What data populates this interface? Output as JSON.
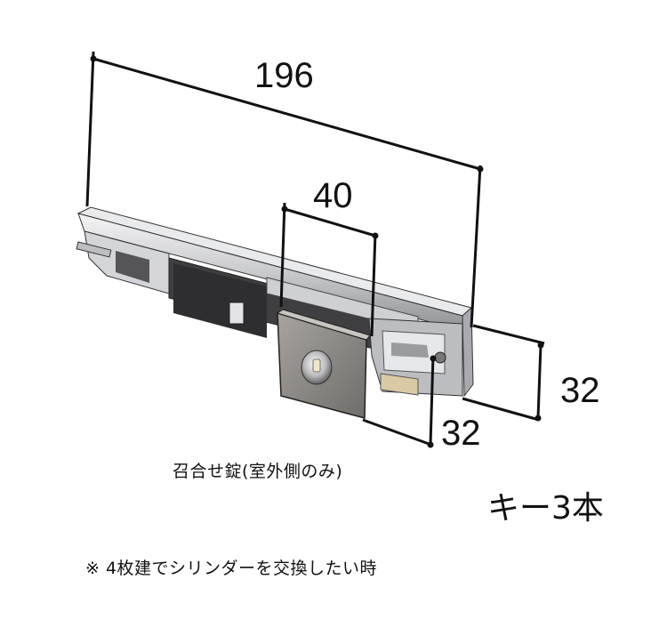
{
  "dimensions": {
    "length": "196",
    "pitch": "40",
    "height": "32",
    "depth": "32"
  },
  "caption": "召合せ錠(室外側のみ)",
  "key_count_label": "キー3本",
  "note": "※ 4枚建でシリンダーを交換したい時",
  "colors": {
    "line": "#111111",
    "metal_light": "#d9dadc",
    "metal_dark": "#4a4a4d",
    "plate": "#8a8784"
  }
}
